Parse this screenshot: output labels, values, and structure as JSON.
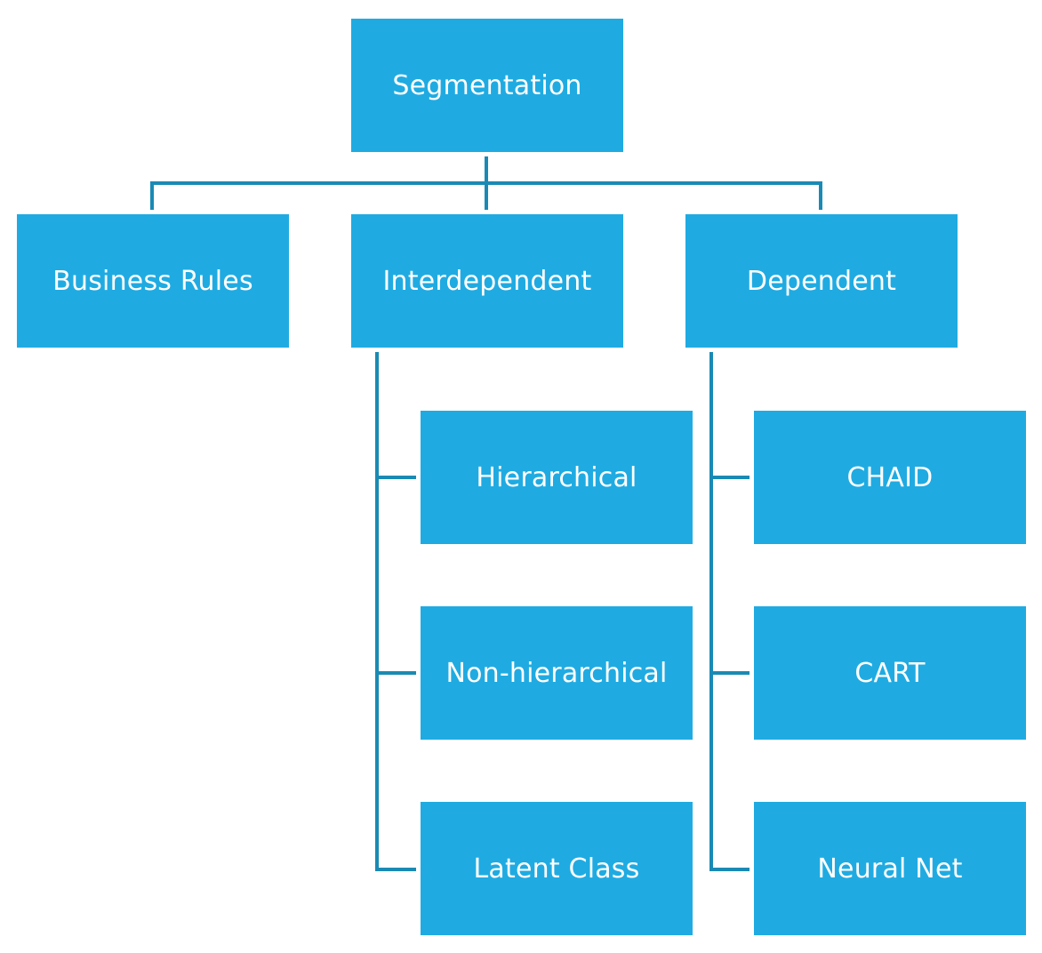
{
  "diagram": {
    "root": {
      "label": "Segmentation"
    },
    "level1": [
      {
        "label": "Business Rules"
      },
      {
        "label": "Interdependent"
      },
      {
        "label": "Dependent"
      }
    ],
    "interdependent_children": [
      {
        "label": "Hierarchical"
      },
      {
        "label": "Non-hierarchical"
      },
      {
        "label": "Latent Class"
      }
    ],
    "dependent_children": [
      {
        "label": "CHAID"
      },
      {
        "label": "CART"
      },
      {
        "label": "Neural Net"
      }
    ]
  },
  "colors": {
    "node_fill": "#1fabe2",
    "connector": "#1a8ab4",
    "text": "#ffffff"
  }
}
